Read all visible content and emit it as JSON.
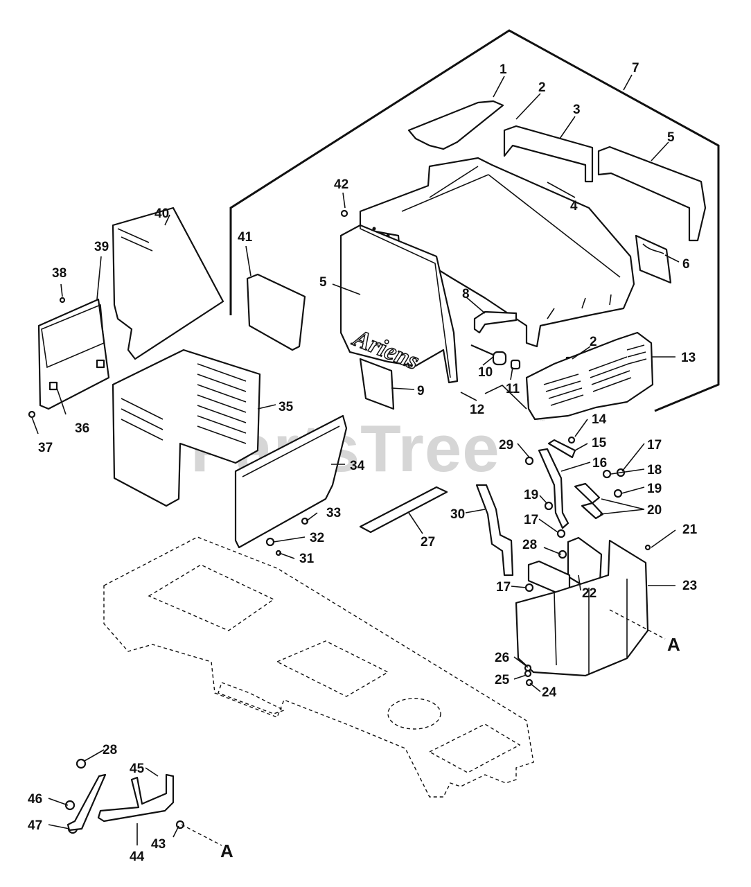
{
  "brand_on_part": "Ariens",
  "watermark": {
    "text": "PartsTree",
    "mark": "™"
  },
  "callouts": [
    {
      "key": "c1",
      "text": "1"
    },
    {
      "key": "c2a",
      "text": "2"
    },
    {
      "key": "c3",
      "text": "3"
    },
    {
      "key": "c4",
      "text": "4"
    },
    {
      "key": "c5a",
      "text": "5"
    },
    {
      "key": "c6",
      "text": "6"
    },
    {
      "key": "c7",
      "text": "7"
    },
    {
      "key": "c42",
      "text": "42"
    },
    {
      "key": "c41",
      "text": "41"
    },
    {
      "key": "c40",
      "text": "40"
    },
    {
      "key": "c39",
      "text": "39"
    },
    {
      "key": "c38",
      "text": "38"
    },
    {
      "key": "c36",
      "text": "36"
    },
    {
      "key": "c37",
      "text": "37"
    },
    {
      "key": "c35",
      "text": "35"
    },
    {
      "key": "c5b",
      "text": "5"
    },
    {
      "key": "c8",
      "text": "8"
    },
    {
      "key": "c2b",
      "text": "2"
    },
    {
      "key": "c13",
      "text": "13"
    },
    {
      "key": "c10",
      "text": "10"
    },
    {
      "key": "c11",
      "text": "11"
    },
    {
      "key": "c12",
      "text": "12"
    },
    {
      "key": "c9",
      "text": "9"
    },
    {
      "key": "c34",
      "text": "34"
    },
    {
      "key": "c14",
      "text": "14"
    },
    {
      "key": "c15",
      "text": "15"
    },
    {
      "key": "c17a",
      "text": "17"
    },
    {
      "key": "c29",
      "text": "29"
    },
    {
      "key": "c16",
      "text": "16"
    },
    {
      "key": "c18",
      "text": "18"
    },
    {
      "key": "c19a",
      "text": "19"
    },
    {
      "key": "c19b",
      "text": "19"
    },
    {
      "key": "c20",
      "text": "20"
    },
    {
      "key": "c30",
      "text": "30"
    },
    {
      "key": "c17b",
      "text": "17"
    },
    {
      "key": "c33",
      "text": "33"
    },
    {
      "key": "c32",
      "text": "32"
    },
    {
      "key": "c31",
      "text": "31"
    },
    {
      "key": "c27",
      "text": "27"
    },
    {
      "key": "c21",
      "text": "21"
    },
    {
      "key": "c28a",
      "text": "28"
    },
    {
      "key": "c23",
      "text": "23"
    },
    {
      "key": "c17c",
      "text": "17"
    },
    {
      "key": "c22",
      "text": "22"
    },
    {
      "key": "c26",
      "text": "26"
    },
    {
      "key": "c25",
      "text": "25"
    },
    {
      "key": "c24",
      "text": "24"
    },
    {
      "key": "c28b",
      "text": "28"
    },
    {
      "key": "c45",
      "text": "45"
    },
    {
      "key": "c46",
      "text": "46"
    },
    {
      "key": "c47",
      "text": "47"
    },
    {
      "key": "c44",
      "text": "44"
    },
    {
      "key": "c43",
      "text": "43"
    }
  ],
  "refs": [
    {
      "key": "rA1",
      "text": "A"
    },
    {
      "key": "rA2",
      "text": "A"
    }
  ]
}
